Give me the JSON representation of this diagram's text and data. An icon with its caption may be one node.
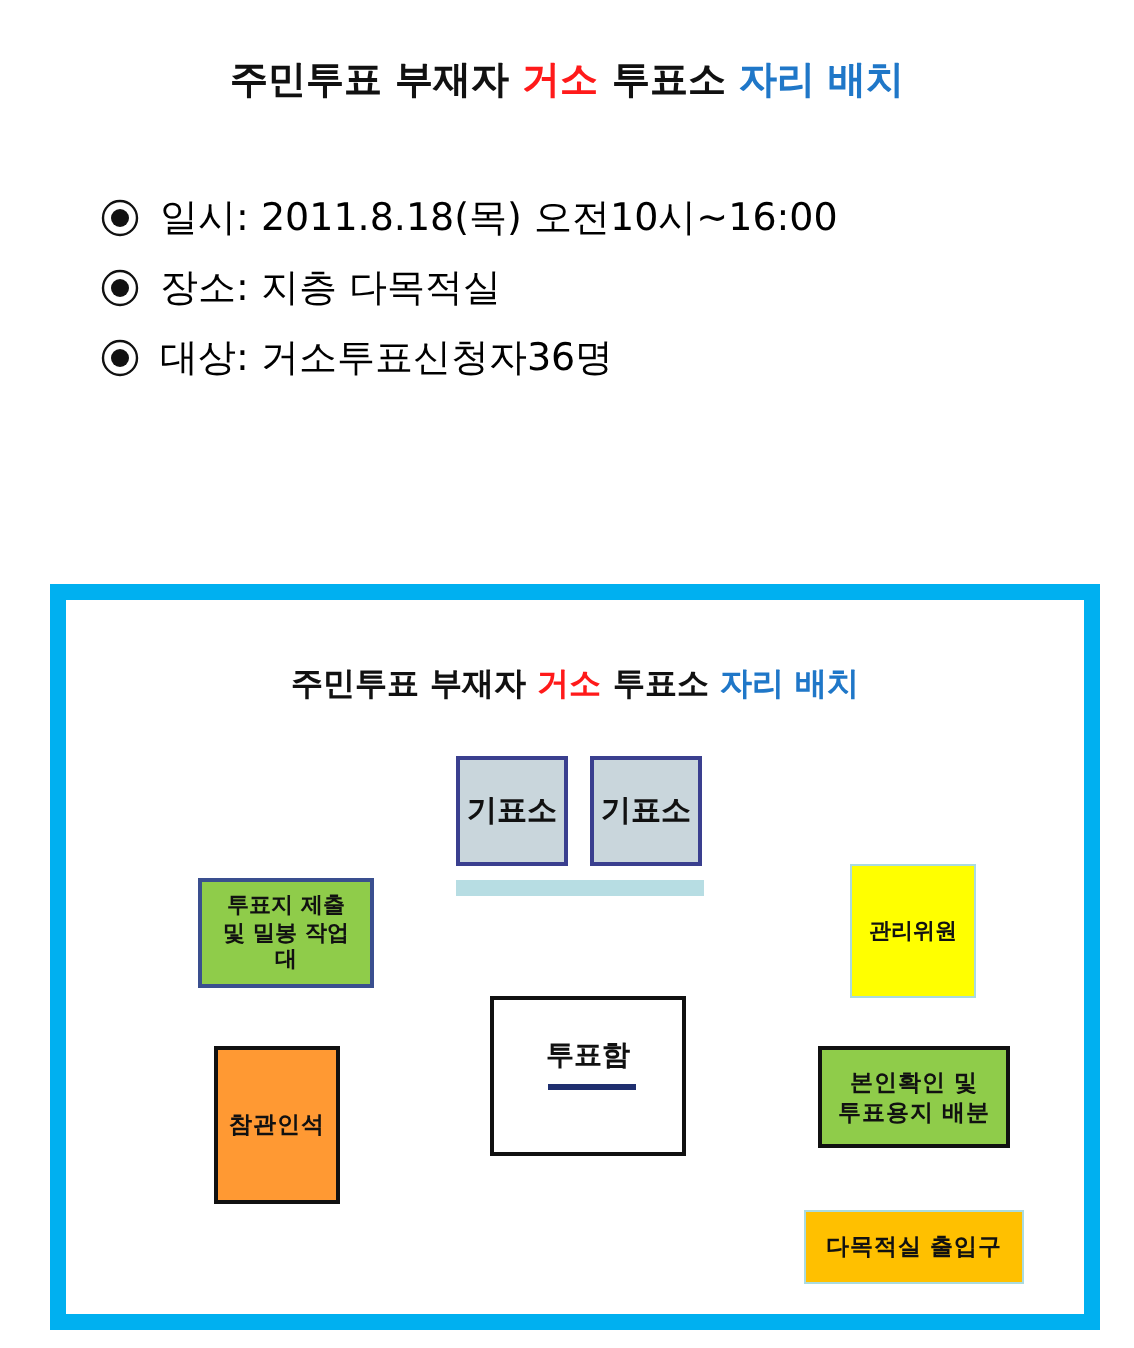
{
  "diagram": {
    "title": "주민투표 부재자 거소 투표소 자리 배치",
    "nodes": [
      {
        "text": [
          "주민투표 부재자 거소 투표소 자리 배치"
        ]
      },
      {
        "text": [
          "기표소"
        ],
        "in": 0
      },
      {
        "text": [
          "기표소"
        ],
        "in": 0
      },
      {
        "text": [
          "투표지 제출 및 밀봉 작업대"
        ],
        "in": 0
      },
      {
        "text": [
          "관리위원"
        ],
        "in": 0
      },
      {
        "text": [
          "참관인석"
        ],
        "in": 0
      },
      {
        "text": [
          "투표함"
        ],
        "in": 0
      },
      {
        "text": [
          "본인확인 및 투표용지 배분"
        ],
        "in": 0
      },
      {
        "text": [
          "다목적실 출입구"
        ],
        "in": 0
      }
    ],
    "labels": [
      "일시: 2011.8.18(목) 오전10시~16:00",
      "장소: 지층 다목적실",
      "대상: 거소투표신청자36명"
    ]
  }
}
